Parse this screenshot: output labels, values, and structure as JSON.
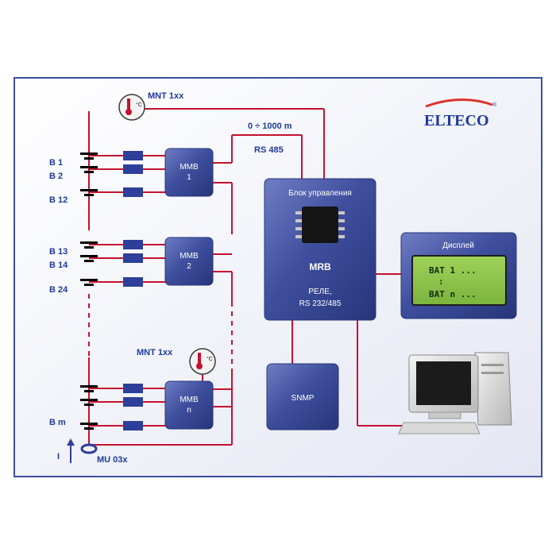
{
  "brand": {
    "logo_text": "ELTECO",
    "registered_mark": "®"
  },
  "labels": {
    "mnt_top": "MNT 1xx",
    "mnt_bottom": "MNT 1xx",
    "distance": "0 ÷ 1000 m",
    "rs485": "RS 485",
    "mu": "MU 03x",
    "current": "I",
    "thermo_unit": "°C"
  },
  "batteries": [
    "B 1",
    "B 2",
    "B 12",
    "B 13",
    "B 14",
    "B 24",
    "B m"
  ],
  "mmb": [
    {
      "name": "MMB",
      "index": "1"
    },
    {
      "name": "MMB",
      "index": "2"
    },
    {
      "name": "MMB",
      "index": "n"
    }
  ],
  "control_unit": {
    "title": "Блок управления",
    "name": "MRB",
    "line1": "РЕЛЕ,",
    "line2": "RS 232/485"
  },
  "display": {
    "title": "Дисплей",
    "lines": [
      "BAT 1 ...",
      ":",
      "BAT n ..."
    ]
  },
  "snmp": "SNMP",
  "colors": {
    "wire": "#c4112f",
    "block_blue": "#3c4c9a",
    "frame_blue": "#3b4fa0",
    "lcd_green": "#8bc34a",
    "label_blue": "#1f3a9a"
  }
}
